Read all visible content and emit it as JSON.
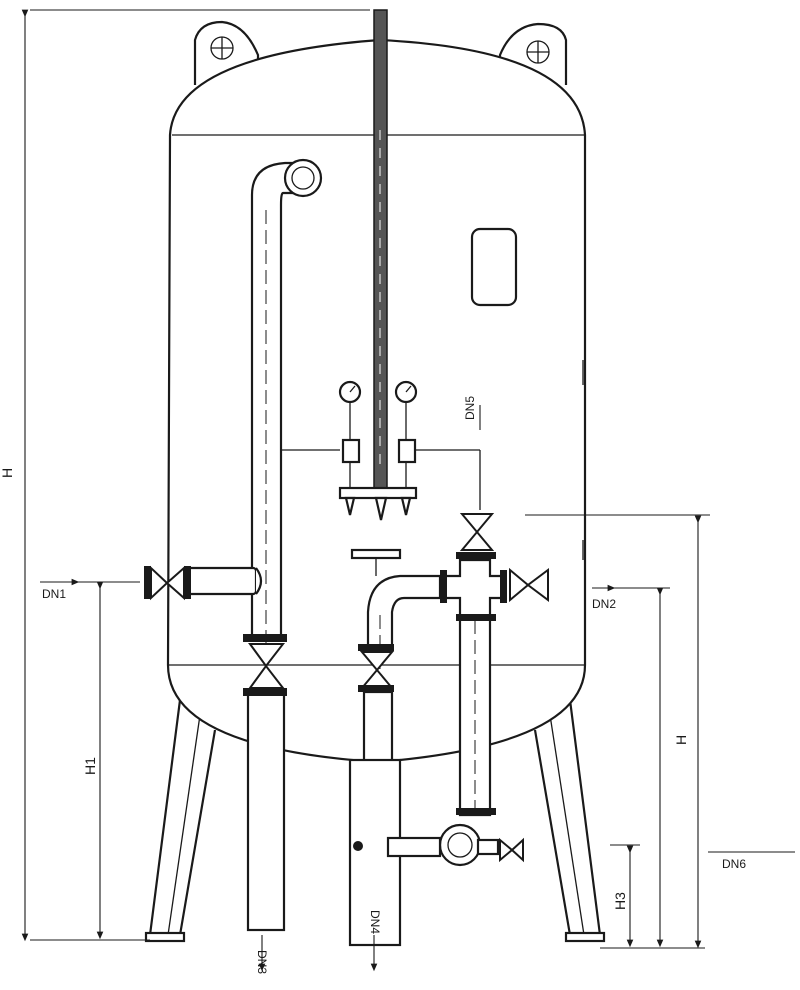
{
  "labels": {
    "total_height": "H",
    "dn1": "DN1",
    "dn2": "DN2",
    "dn3": "DN3",
    "dn4": "DN4",
    "dn5": "DN5",
    "dn6": "DN6",
    "h1": "H1",
    "h2": "H",
    "h3": "H3"
  }
}
